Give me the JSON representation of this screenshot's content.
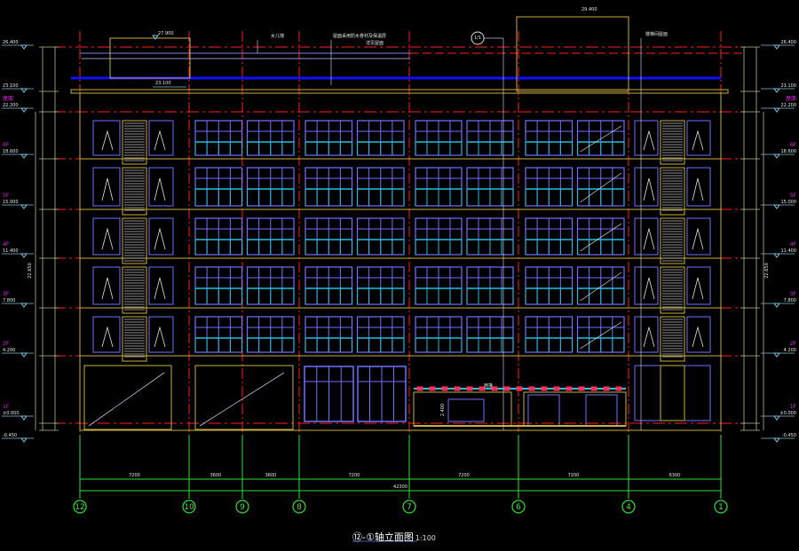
{
  "drawing": {
    "title": "⑫-①轴立面图",
    "scale": "1:100",
    "colors": {
      "background": "#000000",
      "axis": "#ff2020",
      "outline": "#c8b040",
      "window": "#7070ff",
      "rail": "#20c0e0",
      "dim": "#30e030",
      "parapet": "#1010ff"
    },
    "axes": [
      "12",
      "10",
      "9",
      "8",
      "7",
      "6",
      "4",
      "1"
    ],
    "bay_dimensions": [
      "7200",
      "3600",
      "3600",
      "7200",
      "7200",
      "7200",
      "6300"
    ],
    "total_dimension": "42300",
    "levels_left": [
      {
        "floor": "",
        "elev": "26.400"
      },
      {
        "floor": "",
        "elev": "23.100"
      },
      {
        "floor": "屋面",
        "elev": "22.200"
      },
      {
        "floor": "6F",
        "elev": "18.600"
      },
      {
        "floor": "5F",
        "elev": "15.000"
      },
      {
        "floor": "4F",
        "elev": "11.400"
      },
      {
        "floor": "3F",
        "elev": "7.800"
      },
      {
        "floor": "2F",
        "elev": "4.200"
      },
      {
        "floor": "1F",
        "elev": "±0.000"
      },
      {
        "floor": "",
        "elev": "-0.450"
      }
    ],
    "levels_right": [
      {
        "floor": "",
        "elev": "26.400"
      },
      {
        "floor": "",
        "elev": "23.100"
      },
      {
        "floor": "屋面",
        "elev": "22.200"
      },
      {
        "floor": "6F",
        "elev": "18.600"
      },
      {
        "floor": "5F",
        "elev": "15.000"
      },
      {
        "floor": "4F",
        "elev": "11.400"
      },
      {
        "floor": "3F",
        "elev": "7.800"
      },
      {
        "floor": "2F",
        "elev": "4.200"
      },
      {
        "floor": "1F",
        "elev": "±0.000"
      },
      {
        "floor": "",
        "elev": "-0.450"
      }
    ],
    "overall_height": "22.650",
    "annotations": {
      "top_left_elev": "27.900",
      "cornice_elev": "23.100",
      "top_right_elev": "29.400",
      "note_parapet": "女儿墙",
      "note_roof_1": "屋面采用防水卷材及保温层",
      "note_roof_2": "详见屋面",
      "note_right": "楼梯间屋面",
      "detail_callout": "1/1",
      "entrance_height": "2.400",
      "canopy_label": "雨篷"
    }
  }
}
